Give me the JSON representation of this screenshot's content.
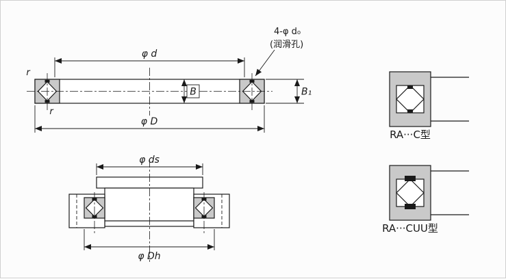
{
  "colors": {
    "line": "#1a1a1a",
    "gray": "#c9c9c9",
    "bg": "#fcfcfc"
  },
  "main_view": {
    "dim_d": "φ d",
    "dim_D": "φ D",
    "dim_B": "B",
    "dim_B1": "B₁",
    "r_top": "r",
    "r_bottom": "r",
    "lube_note": "4-φ d₀",
    "lube_note_cn": "(润滑孔)"
  },
  "mount_view": {
    "dim_ds": "φ ds",
    "dim_Dh": "φ Dh"
  },
  "details": {
    "type_c": "RA···C型",
    "type_cuu": "RA···CUU型"
  }
}
